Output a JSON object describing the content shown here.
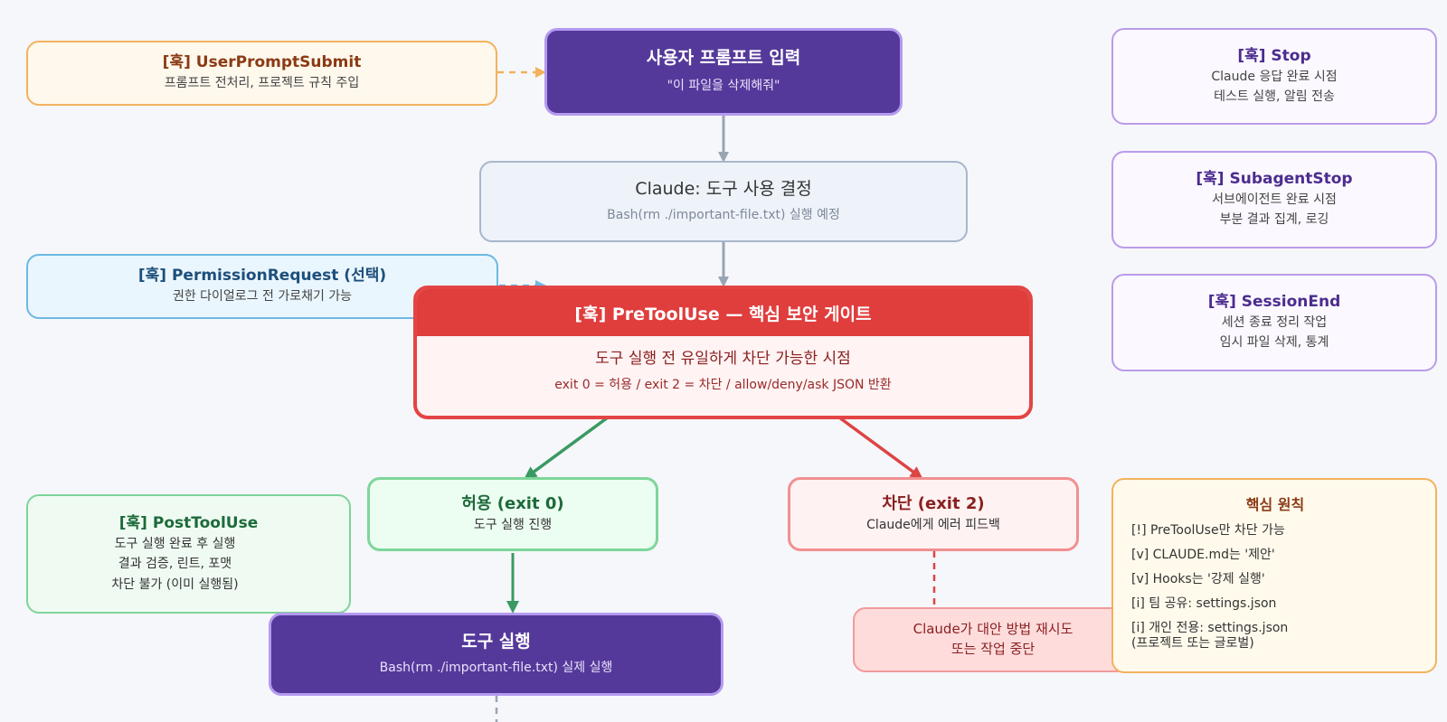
{
  "hooks": {
    "user_prompt_submit": {
      "title": "[훅] UserPromptSubmit",
      "desc": "프롬프트 전처리, 프로젝트 규칙 주입"
    },
    "permission_request": {
      "title": "[훅] PermissionRequest (선택)",
      "desc": "권한 다이얼로그 전 가로채기 가능"
    },
    "post_tool_use": {
      "title": "[훅] PostToolUse",
      "lines": [
        "도구 실행 완료 후 실행",
        "결과 검증, 린트, 포맷",
        "차단 불가 (이미 실행됨)"
      ]
    },
    "stop": {
      "title": "[훅] Stop",
      "lines": [
        "Claude 응답 완료 시점",
        "테스트 실행, 알림 전송"
      ]
    },
    "subagent_stop": {
      "title": "[훅] SubagentStop",
      "lines": [
        "서브에이전트 완료 시점",
        "부분 결과 집계, 로깅"
      ]
    },
    "session_end": {
      "title": "[훅] SessionEnd",
      "lines": [
        "세션 종료 정리 작업",
        "임시 파일 삭제, 통계"
      ]
    }
  },
  "flow": {
    "prompt": {
      "title": "사용자 프롬프트 입력",
      "subtitle": "\"이 파일을 삭제해줘\""
    },
    "decide": {
      "title": "Claude: 도구 사용 결정",
      "subtitle": "Bash(rm ./important-file.txt) 실행 예정"
    },
    "gate": {
      "title": "[훅] PreToolUse — 핵심 보안 게이트",
      "line1": "도구 실행 전 유일하게 차단 가능한 시점",
      "line2": "exit 0 = 허용 / exit 2 = 차단 / allow/deny/ask JSON 반환"
    },
    "allow": {
      "title": "허용 (exit 0)",
      "subtitle": "도구 실행 진행"
    },
    "deny": {
      "title": "차단 (exit 2)",
      "subtitle": "Claude에게 에러 피드백"
    },
    "execute": {
      "title": "도구 실행",
      "subtitle": "Bash(rm ./important-file.txt) 실제 실행"
    },
    "retry": {
      "line1": "Claude가 대안 방법 재시도",
      "line2": "또는 작업 중단"
    }
  },
  "principles": {
    "title": "핵심 원칙",
    "items": [
      "[!] PreToolUse만 차단 가능",
      "[v] CLAUDE.md는 '제안'",
      "[v] Hooks는 '강제 실행'",
      "[i] 팀 공유: settings.json",
      "[i] 개인 전용: settings.json\n(프로젝트 또는 글로벌)"
    ]
  },
  "colors": {
    "dark_purple": "#55399a",
    "gate_red": "#e03d3d",
    "allow_green": "#3a9a62",
    "deny_red": "#dd4444",
    "arrow_gray": "#9aa5b4",
    "hook_orange": "#f2b25e"
  }
}
